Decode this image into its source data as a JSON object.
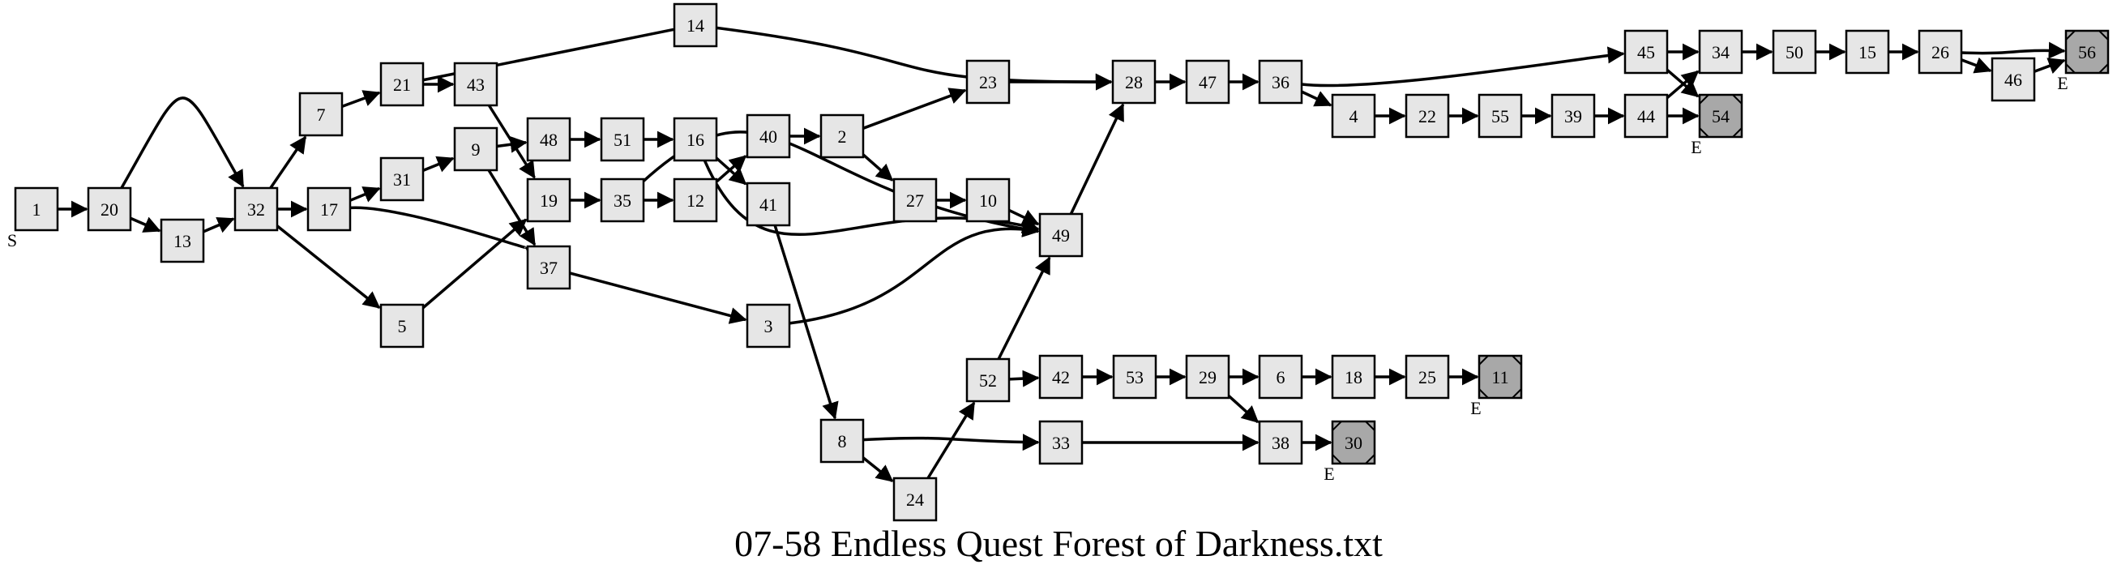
{
  "caption": "07-58 Endless Quest Forest of Darkness.txt",
  "start_label": "S",
  "end_label": "E",
  "colors": {
    "node_fill": "#e6e6e6",
    "end_node_fill": "#a8a8a8",
    "stroke": "#000000"
  },
  "nodes": [
    {
      "id": "1"
    },
    {
      "id": "20"
    },
    {
      "id": "13"
    },
    {
      "id": "32"
    },
    {
      "id": "7"
    },
    {
      "id": "17"
    },
    {
      "id": "5"
    },
    {
      "id": "21"
    },
    {
      "id": "31"
    },
    {
      "id": "43"
    },
    {
      "id": "14"
    },
    {
      "id": "9"
    },
    {
      "id": "48"
    },
    {
      "id": "19"
    },
    {
      "id": "37"
    },
    {
      "id": "51"
    },
    {
      "id": "16"
    },
    {
      "id": "35"
    },
    {
      "id": "12"
    },
    {
      "id": "41"
    },
    {
      "id": "40"
    },
    {
      "id": "2"
    },
    {
      "id": "23"
    },
    {
      "id": "27"
    },
    {
      "id": "10"
    },
    {
      "id": "49"
    },
    {
      "id": "3"
    },
    {
      "id": "8"
    },
    {
      "id": "24"
    },
    {
      "id": "52"
    },
    {
      "id": "42"
    },
    {
      "id": "53"
    },
    {
      "id": "33"
    },
    {
      "id": "29"
    },
    {
      "id": "6"
    },
    {
      "id": "38"
    },
    {
      "id": "18"
    },
    {
      "id": "30"
    },
    {
      "id": "25"
    },
    {
      "id": "11"
    },
    {
      "id": "28"
    },
    {
      "id": "47"
    },
    {
      "id": "36"
    },
    {
      "id": "4"
    },
    {
      "id": "22"
    },
    {
      "id": "55"
    },
    {
      "id": "39"
    },
    {
      "id": "44"
    },
    {
      "id": "45"
    },
    {
      "id": "54"
    },
    {
      "id": "34"
    },
    {
      "id": "50"
    },
    {
      "id": "15"
    },
    {
      "id": "26"
    },
    {
      "id": "46"
    },
    {
      "id": "56"
    }
  ],
  "start_nodes": [
    "1"
  ],
  "end_nodes": [
    "54",
    "56",
    "30",
    "11"
  ],
  "edges": [
    [
      "1",
      "20"
    ],
    [
      "20",
      "32"
    ],
    [
      "20",
      "13"
    ],
    [
      "13",
      "32"
    ],
    [
      "32",
      "7"
    ],
    [
      "32",
      "17"
    ],
    [
      "32",
      "5"
    ],
    [
      "7",
      "21"
    ],
    [
      "21",
      "43"
    ],
    [
      "21",
      "14"
    ],
    [
      "14",
      "28"
    ],
    [
      "43",
      "19"
    ],
    [
      "17",
      "31"
    ],
    [
      "17",
      "37"
    ],
    [
      "31",
      "9"
    ],
    [
      "9",
      "48"
    ],
    [
      "9",
      "37"
    ],
    [
      "5",
      "19"
    ],
    [
      "48",
      "51"
    ],
    [
      "51",
      "16"
    ],
    [
      "16",
      "41"
    ],
    [
      "16",
      "49"
    ],
    [
      "19",
      "35"
    ],
    [
      "35",
      "12"
    ],
    [
      "35",
      "49"
    ],
    [
      "12",
      "40"
    ],
    [
      "40",
      "2"
    ],
    [
      "2",
      "23"
    ],
    [
      "2",
      "27"
    ],
    [
      "23",
      "28"
    ],
    [
      "27",
      "10"
    ],
    [
      "10",
      "49"
    ],
    [
      "37",
      "3"
    ],
    [
      "3",
      "49"
    ],
    [
      "41",
      "8"
    ],
    [
      "8",
      "33"
    ],
    [
      "8",
      "24"
    ],
    [
      "24",
      "52"
    ],
    [
      "52",
      "49"
    ],
    [
      "52",
      "42"
    ],
    [
      "42",
      "53"
    ],
    [
      "53",
      "29"
    ],
    [
      "29",
      "6"
    ],
    [
      "29",
      "38"
    ],
    [
      "6",
      "18"
    ],
    [
      "18",
      "25"
    ],
    [
      "25",
      "11"
    ],
    [
      "33",
      "38"
    ],
    [
      "38",
      "30"
    ],
    [
      "49",
      "28"
    ],
    [
      "28",
      "47"
    ],
    [
      "47",
      "36"
    ],
    [
      "36",
      "45"
    ],
    [
      "36",
      "4"
    ],
    [
      "4",
      "22"
    ],
    [
      "22",
      "55"
    ],
    [
      "55",
      "39"
    ],
    [
      "39",
      "44"
    ],
    [
      "44",
      "34"
    ],
    [
      "44",
      "54"
    ],
    [
      "45",
      "34"
    ],
    [
      "45",
      "54"
    ],
    [
      "34",
      "50"
    ],
    [
      "50",
      "15"
    ],
    [
      "15",
      "26"
    ],
    [
      "26",
      "56"
    ],
    [
      "26",
      "46"
    ],
    [
      "46",
      "56"
    ]
  ]
}
